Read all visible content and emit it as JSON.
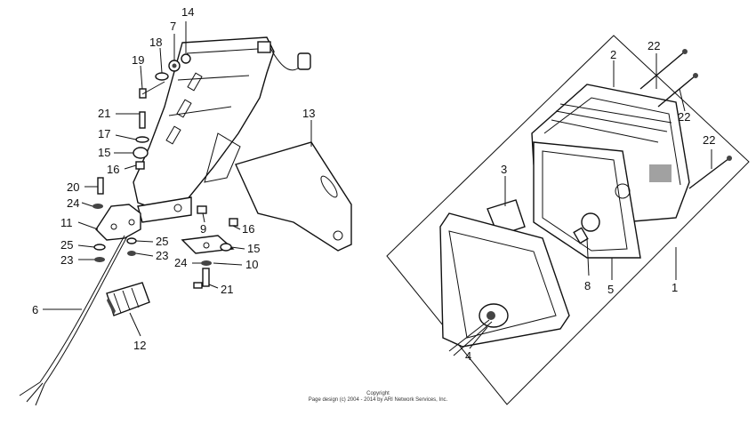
{
  "copyright": {
    "line1": "Copyright",
    "line2": "Page design (c) 2004 - 2014 by ARI Network Services, Inc."
  },
  "callouts": [
    {
      "id": "c14a",
      "label": "14"
    },
    {
      "id": "c7",
      "label": "7"
    },
    {
      "id": "c18",
      "label": "18"
    },
    {
      "id": "c19",
      "label": "19"
    },
    {
      "id": "c21a",
      "label": "21"
    },
    {
      "id": "c13",
      "label": "13"
    },
    {
      "id": "c17",
      "label": "17"
    },
    {
      "id": "c15a",
      "label": "15"
    },
    {
      "id": "c16a",
      "label": "16"
    },
    {
      "id": "c20",
      "label": "20"
    },
    {
      "id": "c24a",
      "label": "24"
    },
    {
      "id": "c11",
      "label": "11"
    },
    {
      "id": "c9",
      "label": "9"
    },
    {
      "id": "c16b",
      "label": "16"
    },
    {
      "id": "c25a",
      "label": "25"
    },
    {
      "id": "c25b",
      "label": "25"
    },
    {
      "id": "c15b",
      "label": "15"
    },
    {
      "id": "c23a",
      "label": "23"
    },
    {
      "id": "c23b",
      "label": "23"
    },
    {
      "id": "c24b",
      "label": "24"
    },
    {
      "id": "c10",
      "label": "10"
    },
    {
      "id": "c21b",
      "label": "21"
    },
    {
      "id": "c6",
      "label": "6"
    },
    {
      "id": "c12",
      "label": "12"
    },
    {
      "id": "c22a",
      "label": "22"
    },
    {
      "id": "c2",
      "label": "2"
    },
    {
      "id": "c22b",
      "label": "22"
    },
    {
      "id": "c22c",
      "label": "22"
    },
    {
      "id": "c3",
      "label": "3"
    },
    {
      "id": "c8",
      "label": "8"
    },
    {
      "id": "c5",
      "label": "5"
    },
    {
      "id": "c1",
      "label": "1"
    },
    {
      "id": "c4",
      "label": "4"
    }
  ]
}
